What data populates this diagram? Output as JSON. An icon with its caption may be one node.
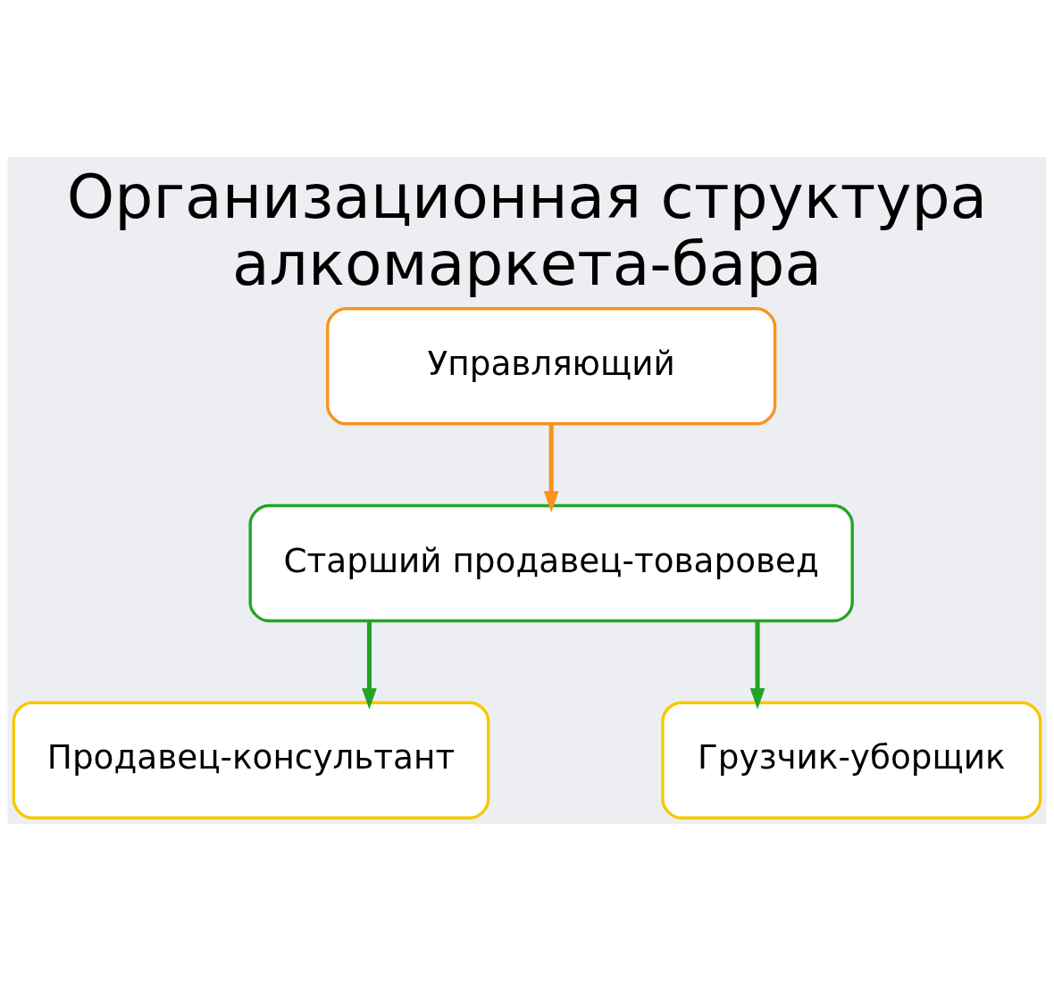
{
  "diagram": {
    "title": "Организационная структура алкомаркета-бара",
    "nodes": [
      {
        "text": [
          "Управляющий"
        ]
      },
      {
        "text": [
          "Старший продавец-товаровед"
        ]
      },
      {
        "text": [
          "Продавец-консультант"
        ]
      },
      {
        "text": [
          "Грузчик-уборщик"
        ]
      }
    ],
    "edges": [
      {
        "from": 0,
        "to": 1,
        "arrow": "to",
        "color": "#f7931e"
      },
      {
        "from": 1,
        "to": 2,
        "arrow": "to"
      },
      {
        "from": 1,
        "to": 3,
        "arrow": "to"
      }
    ]
  }
}
